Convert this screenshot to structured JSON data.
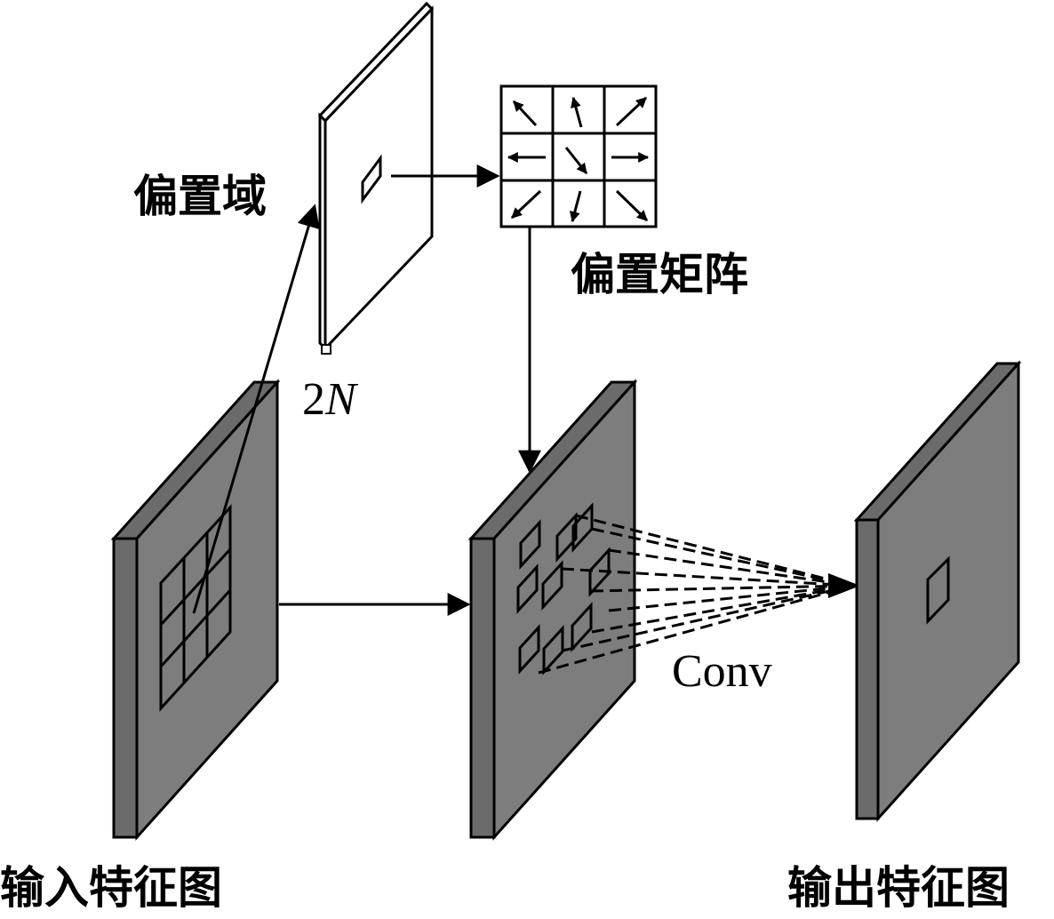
{
  "labels": {
    "offset_field": "偏置域",
    "offset_matrix": "偏置矩阵",
    "channels": "2N",
    "conv": "Conv",
    "input_feature_map": "输入特征图",
    "output_feature_map": "输出特征图"
  },
  "colors": {
    "plane_face": "#7d7d7d",
    "plane_side": "#6b6b6b",
    "stroke": "#000000",
    "background": "#ffffff"
  },
  "offset_matrix_arrows": [
    "up-left",
    "up",
    "up-right",
    "left",
    "down-right",
    "right",
    "down-left",
    "down",
    "down-right"
  ]
}
